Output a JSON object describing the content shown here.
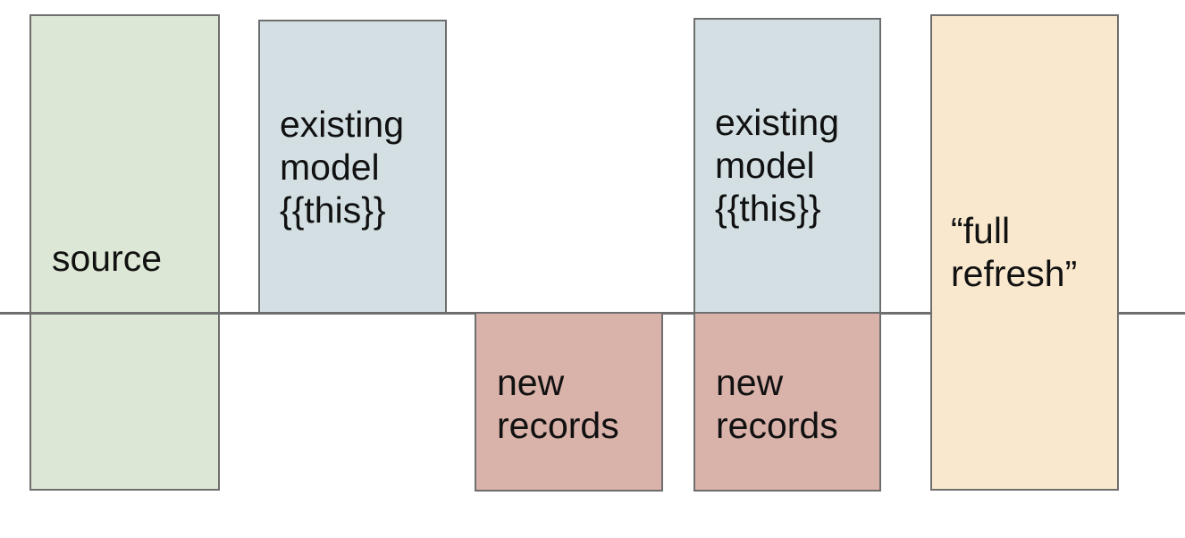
{
  "boxes": [
    {
      "name": "source",
      "lines": [
        "source"
      ],
      "fill": "#dce8d5"
    },
    {
      "name": "existing-model-left",
      "lines": [
        "existing",
        "model",
        "{{this}}"
      ],
      "fill": "#d3dfe3"
    },
    {
      "name": "new-records-left",
      "lines": [
        "new",
        "records"
      ],
      "fill": "#d9b2aa"
    },
    {
      "name": "existing-model-right",
      "lines": [
        "existing",
        "model",
        "{{this}}"
      ],
      "fill": "#d3dfe3"
    },
    {
      "name": "new-records-right",
      "lines": [
        "new",
        "records"
      ],
      "fill": "#d9b2aa"
    },
    {
      "name": "full-refresh",
      "lines": [
        "“full",
        "refresh”"
      ],
      "fill": "#f9e7ce"
    }
  ],
  "divider_line": {
    "color": "#6e6e6e"
  },
  "colors": {
    "border": "#6e6e6e",
    "text": "#111111",
    "background": "#ffffff",
    "source_fill": "#dce8d5",
    "existing_model_fill": "#d3dfe3",
    "new_records_fill": "#d9b2aa",
    "full_refresh_fill": "#f9e7ce"
  }
}
